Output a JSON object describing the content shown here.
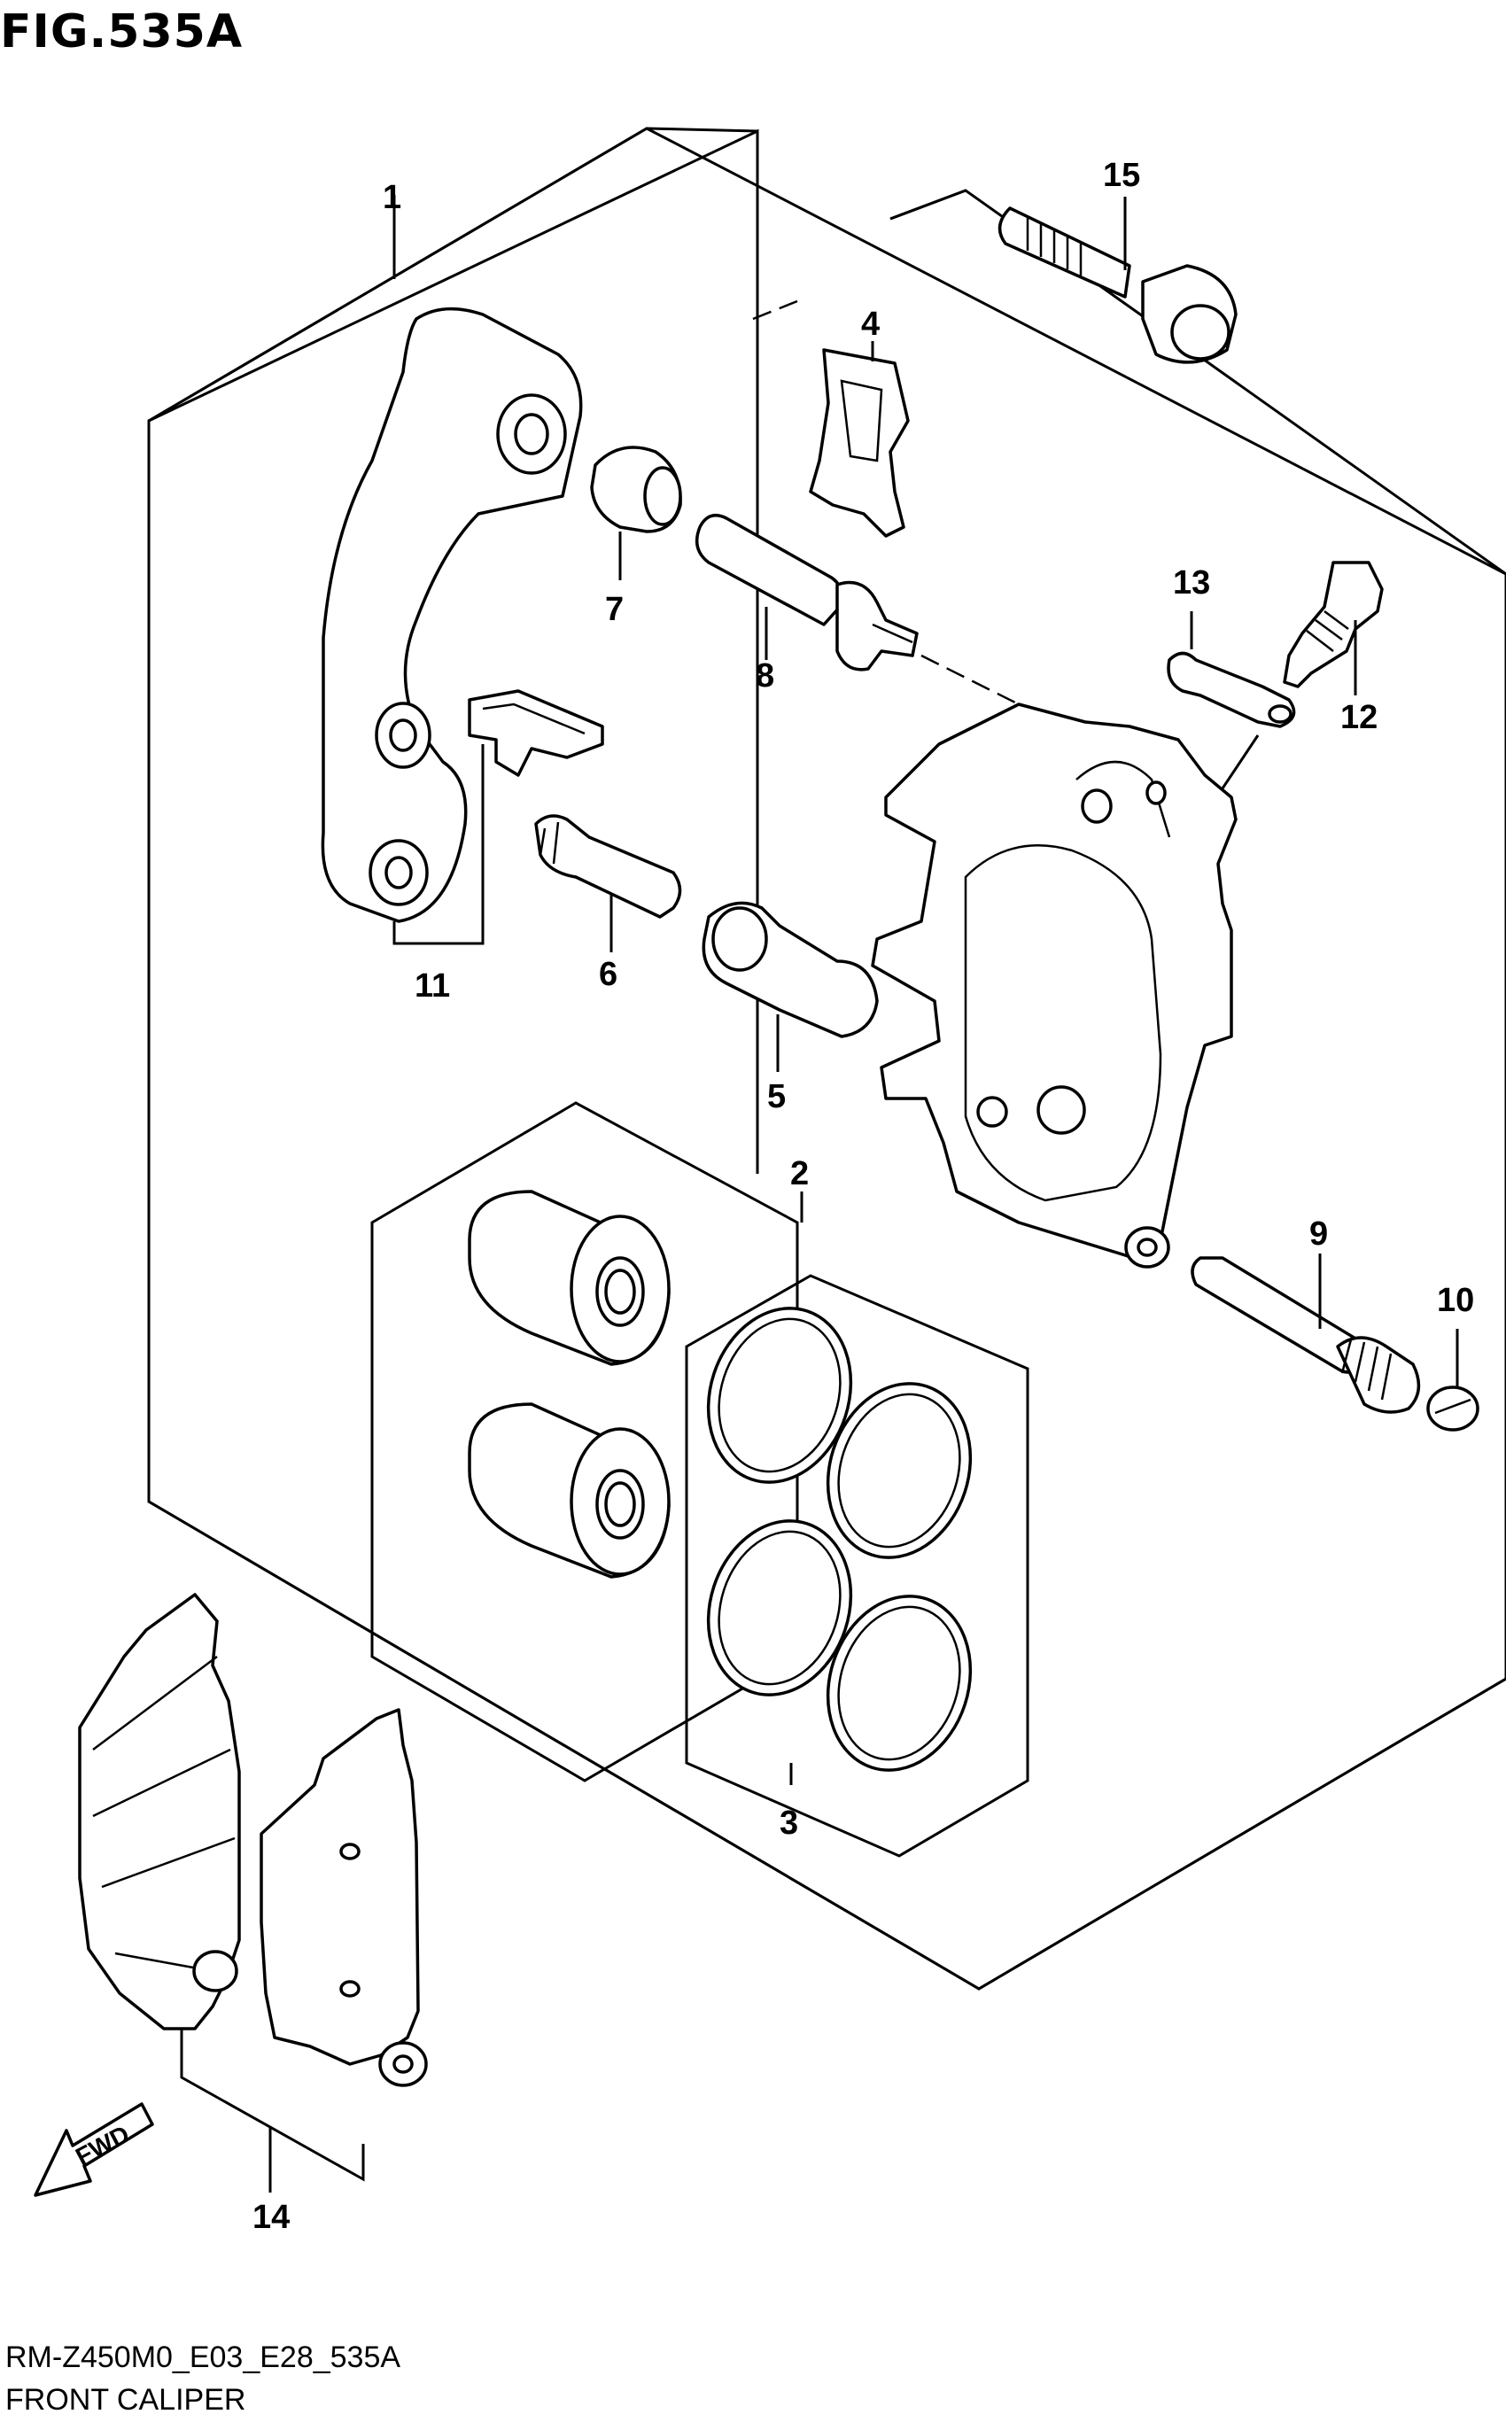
{
  "figure": {
    "title": "FIG.535A",
    "code": "RM-Z450M0_E03_E28_535A",
    "name": "FRONT CALIPER"
  },
  "callouts": {
    "c1": "1",
    "c2": "2",
    "c3": "3",
    "c4": "4",
    "c5": "5",
    "c6": "6",
    "c7": "7",
    "c8": "8",
    "c9": "9",
    "c10": "10",
    "c11": "11",
    "c12": "12",
    "c13": "13",
    "c14": "14",
    "c15": "15"
  },
  "fwd_label": "FWD"
}
